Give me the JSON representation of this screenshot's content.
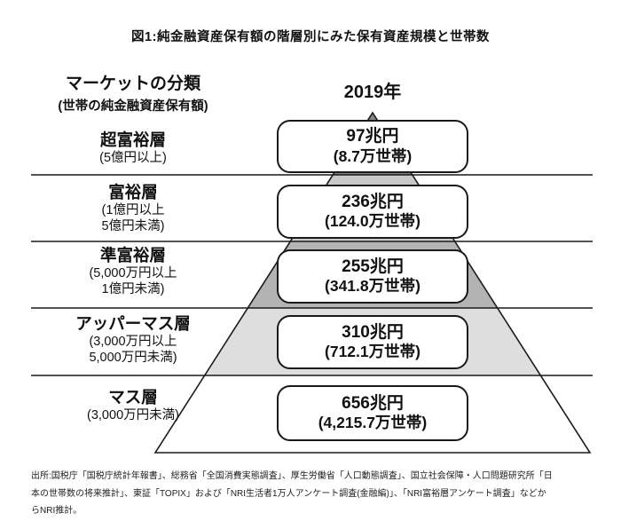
{
  "title": "図1:純金融資産保有額の階層別にみた保有資産規模と世帯数",
  "left_header": {
    "line1": "マーケットの分類",
    "line2": "(世帯の純金融資産保有額)"
  },
  "year_header": "2019年",
  "tiers": [
    {
      "name": "超富裕層",
      "range_line1": "(5億円以上)",
      "value": "97兆円",
      "households": "(8.7万世帯)"
    },
    {
      "name": "富裕層",
      "range_line1": "(1億円以上",
      "range_line2": "5億円未満)",
      "value": "236兆円",
      "households": "(124.0万世帯)"
    },
    {
      "name": "準富裕層",
      "range_line1": "(5,000万円以上",
      "range_line2": "1億円未満)",
      "value": "255兆円",
      "households": "(341.8万世帯)"
    },
    {
      "name": "アッパーマス層",
      "range_line1": "(3,000万円以上",
      "range_line2": "5,000万円未満)",
      "value": "310兆円",
      "households": "(712.1万世帯)"
    },
    {
      "name": "マス層",
      "range_line1": "(3,000万円未満)",
      "value": "656兆円",
      "households": "(4,215.7万世帯)"
    }
  ],
  "footer_lines": [
    "出所:国税庁「国税庁統計年報書」、総務省「全国消費実態調査」、厚生労働省「人口動態調査」、国立社会保障・人口問題研究所「日",
    "本の世帯数の将来推計」、東証「TOPIX」および「NRI生活者1万人アンケート調査(金融編)」、「NRI富裕層アンケート調査」などか",
    "らNRI推計。"
  ],
  "colors": {
    "tier_bands": [
      "#858585",
      "#c9c9c9",
      "#b3b3b3",
      "#dedede",
      "#ffffff"
    ],
    "outline": "#1a1a1a"
  },
  "chart_data": {
    "type": "pyramid",
    "title": "図1:純金融資産保有額の階層別にみた保有資産規模と世帯数",
    "year": "2019年",
    "categories": [
      "超富裕層",
      "富裕層",
      "準富裕層",
      "アッパーマス層",
      "マス層"
    ],
    "asset_ranges": [
      "5億円以上",
      "1億円以上5億円未満",
      "5,000万円以上1億円未満",
      "3,000万円以上5,000万円未満",
      "3,000万円未満"
    ],
    "series": [
      {
        "name": "保有資産規模(兆円)",
        "values": [
          97,
          236,
          255,
          310,
          656
        ]
      },
      {
        "name": "世帯数(万世帯)",
        "values": [
          8.7,
          124.0,
          341.8,
          712.1,
          4215.7
        ]
      }
    ],
    "legend_position": "none",
    "grid": false
  }
}
